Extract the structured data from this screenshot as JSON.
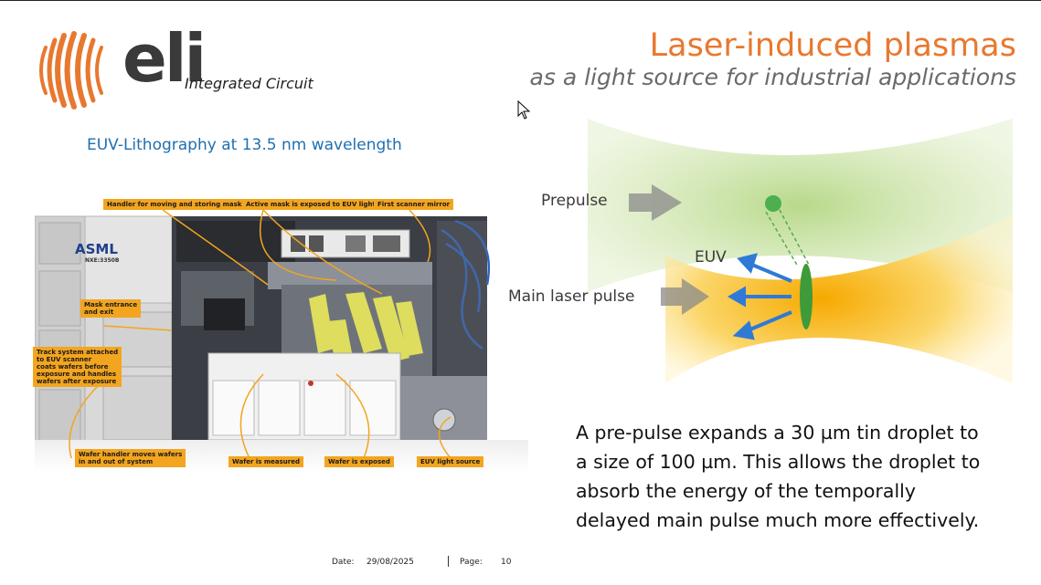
{
  "logo": {
    "word": "eli",
    "subtitle": "Integrated Circuit",
    "color": "#e8782f"
  },
  "title": "Laser-induced plasmas",
  "subtitle": "as a light source for industrial applications",
  "section_heading": "EUV-Lithography at 13.5 nm wavelength",
  "machine": {
    "brand": "ASML",
    "model": "NXE:3350B",
    "callouts": {
      "handler": "Handler for moving and storing masks",
      "active_mask": "Active mask is exposed to EUV light",
      "first_mirror": "First scanner mirror",
      "mask_entrance": [
        "Mask entrance",
        "and exit"
      ],
      "track": [
        "Track system attached",
        "to EUV scanner",
        "coats wafers before",
        "exposure and handles",
        "wafers after exposure"
      ],
      "wafer_handler": [
        "Wafer handler moves wafers",
        "in and out of system"
      ],
      "wafer_measured": "Wafer is measured",
      "wafer_exposed": "Wafer is exposed",
      "euv_source": "EUV light source"
    }
  },
  "plasma": {
    "prepulse": "Prepulse",
    "euv": "EUV",
    "main_pulse": "Main laser pulse"
  },
  "description": [
    "A pre-pulse expands a 30 µm tin droplet to",
    "a size of 100 µm. This allows the droplet to",
    "absorb the energy of the temporally",
    "delayed main pulse much more effectively."
  ],
  "footer": {
    "date_label": "Date:",
    "date": "29/08/2025",
    "page_label": "Page:",
    "page": "10"
  }
}
